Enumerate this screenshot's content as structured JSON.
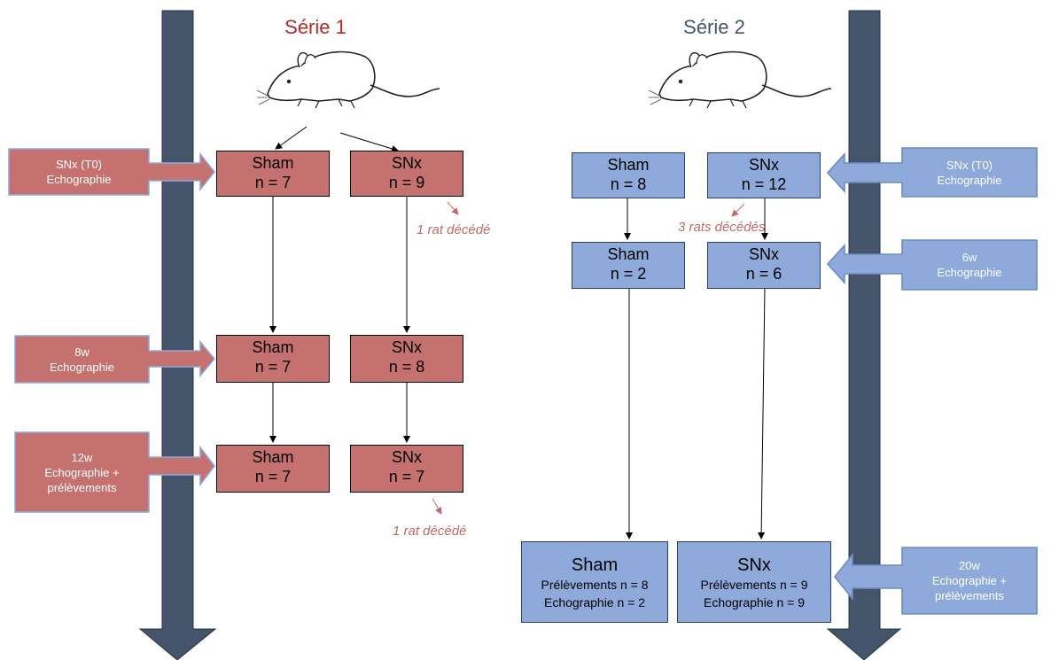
{
  "colors": {
    "red_box": "#c5716f",
    "blue_box": "#8eaadb",
    "timeline": "#44546a",
    "death_text": "#c46a66"
  },
  "series1": {
    "title": "Série 1",
    "boxes": [
      {
        "group": "Sham",
        "n": "n = 7"
      },
      {
        "group": "SNx",
        "n": "n = 9"
      },
      {
        "group": "Sham",
        "n": "n = 7"
      },
      {
        "group": "SNx",
        "n": "n = 8"
      },
      {
        "group": "Sham",
        "n": "n = 7"
      },
      {
        "group": "SNx",
        "n": "n = 7"
      }
    ],
    "labels": [
      [
        "SNx (T0)",
        "Echographie"
      ],
      [
        "8w",
        "Echographie"
      ],
      [
        "12w",
        "Echographie +",
        "prélèvements"
      ]
    ],
    "deaths": [
      "1 rat décédé",
      "1 rat décédé"
    ]
  },
  "series2": {
    "title": "Série 2",
    "boxes": [
      {
        "group": "Sham",
        "n": "n = 8"
      },
      {
        "group": "SNx",
        "n": "n = 12"
      },
      {
        "group": "Sham",
        "n": "n = 2"
      },
      {
        "group": "SNx",
        "n": "n = 6"
      }
    ],
    "final_boxes": [
      {
        "group": "Sham",
        "lines": [
          "Prélèvements n = 8",
          "Echographie n = 2"
        ]
      },
      {
        "group": "SNx",
        "lines": [
          "Prélèvements n = 9",
          "Echographie n = 9"
        ]
      }
    ],
    "labels": [
      [
        "SNx (T0)",
        "Echographie"
      ],
      [
        "6w",
        "Echographie"
      ],
      [
        "20w",
        "Echographie +",
        "prélèvements"
      ]
    ],
    "deaths": [
      "3 rats décédés"
    ]
  },
  "icons": [
    "rat-icon",
    "rat-icon"
  ]
}
